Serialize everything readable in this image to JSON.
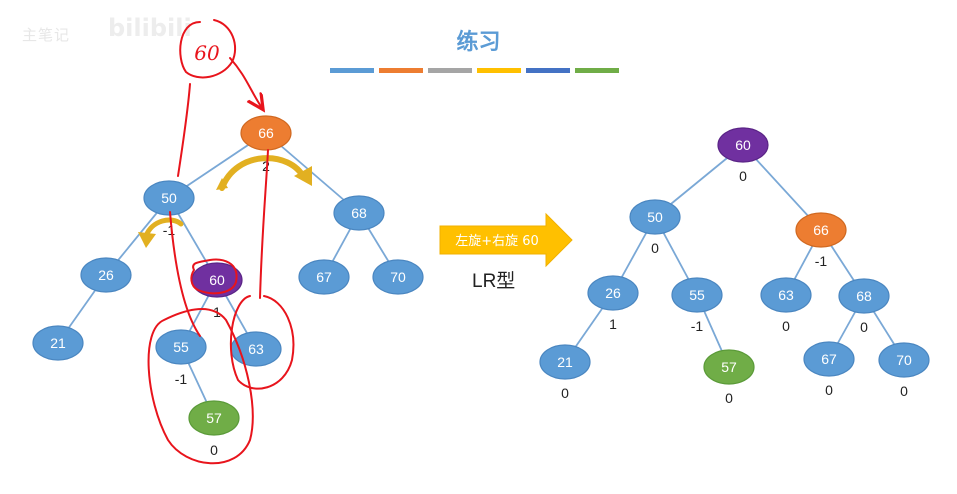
{
  "watermark": {
    "text": "主笔记",
    "logo": "bilibili"
  },
  "title": "练习",
  "color_bar": [
    "#5b9bd5",
    "#ed7d31",
    "#a5a5a5",
    "#ffc000",
    "#4472c4",
    "#70ad47"
  ],
  "colors": {
    "node_blue": "#5b9bd5",
    "node_orange": "#ed7d31",
    "node_purple": "#7030a0",
    "node_green": "#70ad47",
    "edge": "#7aa8d6",
    "ink_red": "#e8141c",
    "curve_arrow": "#e2b021"
  },
  "rotation_arrow": {
    "label": "左旋+右旋 60",
    "color": "#ffc000"
  },
  "lr_label": "LR型",
  "handwritten_note": "60",
  "left_tree": {
    "nodes": [
      {
        "id": "66",
        "label": "66",
        "color": "orange",
        "bf": "2"
      },
      {
        "id": "50",
        "label": "50",
        "color": "blue",
        "bf": "-1"
      },
      {
        "id": "68",
        "label": "68",
        "color": "blue",
        "bf": ""
      },
      {
        "id": "26",
        "label": "26",
        "color": "blue",
        "bf": ""
      },
      {
        "id": "21",
        "label": "21",
        "color": "blue",
        "bf": ""
      },
      {
        "id": "60",
        "label": "60",
        "color": "purple",
        "bf": "1"
      },
      {
        "id": "55",
        "label": "55",
        "color": "blue",
        "bf": "-1"
      },
      {
        "id": "63",
        "label": "63",
        "color": "blue",
        "bf": ""
      },
      {
        "id": "57",
        "label": "57",
        "color": "green",
        "bf": "0"
      },
      {
        "id": "67",
        "label": "67",
        "color": "blue",
        "bf": ""
      },
      {
        "id": "70",
        "label": "70",
        "color": "blue",
        "bf": ""
      }
    ],
    "edges": [
      [
        "66",
        "50"
      ],
      [
        "66",
        "68"
      ],
      [
        "50",
        "26"
      ],
      [
        "50",
        "60"
      ],
      [
        "26",
        "21"
      ],
      [
        "60",
        "55"
      ],
      [
        "60",
        "63"
      ],
      [
        "55",
        "57"
      ],
      [
        "68",
        "67"
      ],
      [
        "68",
        "70"
      ]
    ]
  },
  "right_tree": {
    "nodes": [
      {
        "id": "60",
        "label": "60",
        "color": "purple",
        "bf": "0"
      },
      {
        "id": "50",
        "label": "50",
        "color": "blue",
        "bf": "0"
      },
      {
        "id": "66",
        "label": "66",
        "color": "orange",
        "bf": "-1"
      },
      {
        "id": "26",
        "label": "26",
        "color": "blue",
        "bf": "1"
      },
      {
        "id": "55",
        "label": "55",
        "color": "blue",
        "bf": "-1"
      },
      {
        "id": "63",
        "label": "63",
        "color": "blue",
        "bf": "0"
      },
      {
        "id": "68",
        "label": "68",
        "color": "blue",
        "bf": "0"
      },
      {
        "id": "21",
        "label": "21",
        "color": "blue",
        "bf": "0"
      },
      {
        "id": "57",
        "label": "57",
        "color": "green",
        "bf": "0"
      },
      {
        "id": "67",
        "label": "67",
        "color": "blue",
        "bf": "0"
      },
      {
        "id": "70",
        "label": "70",
        "color": "blue",
        "bf": "0"
      }
    ],
    "edges": [
      [
        "60",
        "50"
      ],
      [
        "60",
        "66"
      ],
      [
        "50",
        "26"
      ],
      [
        "50",
        "55"
      ],
      [
        "66",
        "63"
      ],
      [
        "66",
        "68"
      ],
      [
        "26",
        "21"
      ],
      [
        "55",
        "57"
      ],
      [
        "68",
        "67"
      ],
      [
        "68",
        "70"
      ]
    ]
  }
}
